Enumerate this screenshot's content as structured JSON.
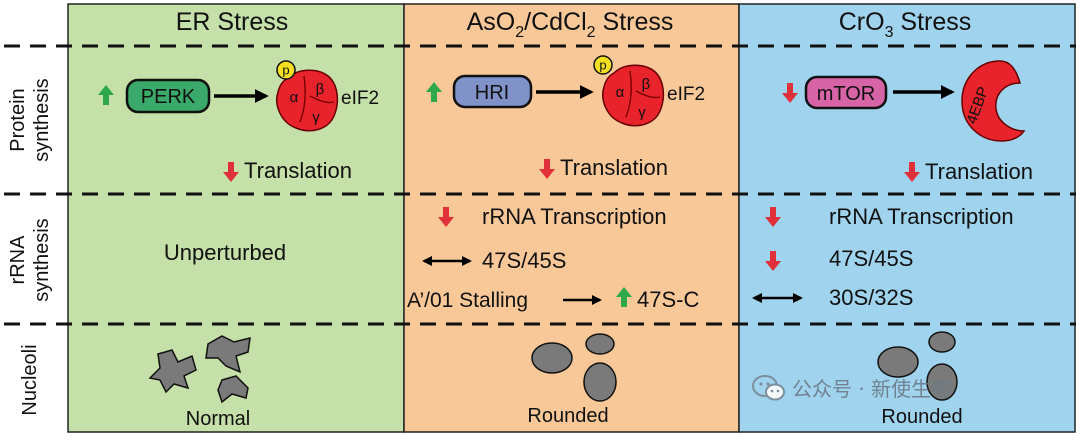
{
  "columns": {
    "er": {
      "title": "ER Stress",
      "color": "#c5e0a8"
    },
    "as": {
      "title_parts": [
        "AsO",
        "2",
        "/CdCl",
        "2",
        " Stress"
      ],
      "color": "#f8c898"
    },
    "cr": {
      "title_parts": [
        "CrO",
        "3",
        " Stress"
      ],
      "color": "#9fd3ee"
    }
  },
  "rows": {
    "protein": [
      "Protein",
      "synthesis"
    ],
    "rrna": [
      "rRNA",
      "synthesis"
    ],
    "nucleoli": "Nucleoli"
  },
  "protein": {
    "er": {
      "kinase": "PERK",
      "kinase_color": "#3aaa6a",
      "target": "eIF2",
      "change": "up",
      "translation": "Translation"
    },
    "as": {
      "kinase": "HRI",
      "kinase_color": "#7f93c8",
      "target": "eIF2",
      "change": "up",
      "translation": "Translation"
    },
    "cr": {
      "kinase": "mTOR",
      "kinase_color": "#d864a8",
      "target": "4EBP",
      "change": "down",
      "translation": "Translation"
    },
    "phospho": "p",
    "subunits": [
      "α",
      "β",
      "γ"
    ]
  },
  "rrna": {
    "er": {
      "text": "Unperturbed"
    },
    "as": {
      "transcription": "rRNA Transcription",
      "precursor": "47S/45S",
      "stalling": "A’/01 Stalling",
      "product": "47S-C"
    },
    "cr": {
      "transcription": "rRNA Transcription",
      "precursor1": "47S/45S",
      "precursor2": "30S/32S"
    }
  },
  "nucleoli": {
    "er": "Normal",
    "as": "Rounded",
    "cr": "Rounded"
  },
  "watermark": "公众号 · 新使生物",
  "colors": {
    "up": "#2ea84a",
    "down": "#e0303a",
    "eif": "#e8232b",
    "phos": "#f4e020"
  }
}
